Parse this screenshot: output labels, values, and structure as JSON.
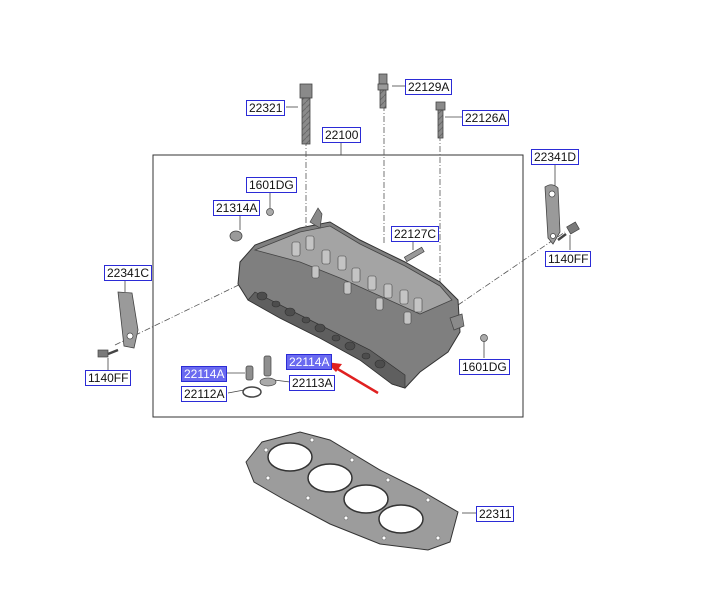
{
  "diagram": {
    "callouts": [
      {
        "id": "c-22129a",
        "label": "22129A",
        "hl": false
      },
      {
        "id": "c-22321",
        "label": "22321",
        "hl": false
      },
      {
        "id": "c-22126a",
        "label": "22126A",
        "hl": false
      },
      {
        "id": "c-22100",
        "label": "22100",
        "hl": false
      },
      {
        "id": "c-22341d",
        "label": "22341D",
        "hl": false
      },
      {
        "id": "c-1601dg-top",
        "label": "1601DG",
        "hl": false
      },
      {
        "id": "c-21314a",
        "label": "21314A",
        "hl": false
      },
      {
        "id": "c-22127c",
        "label": "22127C",
        "hl": false
      },
      {
        "id": "c-1140ff-right",
        "label": "1140FF",
        "hl": false
      },
      {
        "id": "c-22341c",
        "label": "22341C",
        "hl": false
      },
      {
        "id": "c-1601dg-right",
        "label": "1601DG",
        "hl": false
      },
      {
        "id": "c-22114a-left",
        "label": "22114A",
        "hl": true
      },
      {
        "id": "c-22114a-mid",
        "label": "22114A",
        "hl": true
      },
      {
        "id": "c-22113a",
        "label": "22113A",
        "hl": false
      },
      {
        "id": "c-1140ff-left",
        "label": "1140FF",
        "hl": false
      },
      {
        "id": "c-22112a",
        "label": "22112A",
        "hl": false
      },
      {
        "id": "c-22311",
        "label": "22311",
        "hl": false
      }
    ],
    "colors": {
      "callout_border": "#2b2bd6",
      "callout_highlight": "#6a6af0",
      "arrow": "#e02020",
      "part_dark": "#6c6c6c",
      "part_mid": "#9a9a9a",
      "part_light": "#cfcfcf"
    }
  }
}
